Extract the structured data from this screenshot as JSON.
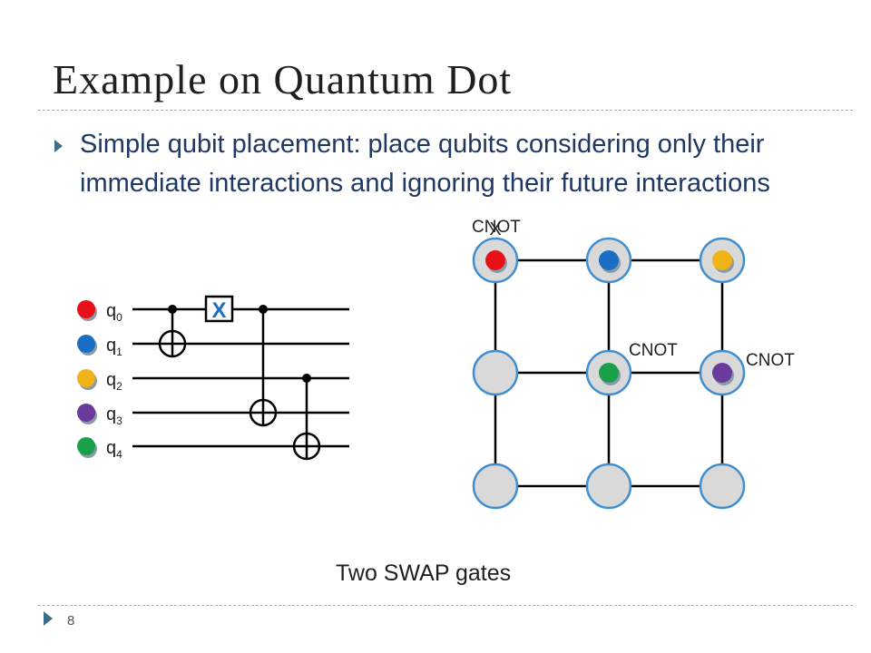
{
  "slide": {
    "title": "Example on Quantum Dot",
    "bullet": "Simple qubit placement: place qubits considering only their immediate interactions and ignoring their future interactions",
    "caption": "Two SWAP gates",
    "page_number": "8"
  },
  "circuit": {
    "qubits": [
      {
        "label": "q",
        "index": "0",
        "color": "#e8111a"
      },
      {
        "label": "q",
        "index": "1",
        "color": "#1a6fc4"
      },
      {
        "label": "q",
        "index": "2",
        "color": "#f0b418"
      },
      {
        "label": "q",
        "index": "3",
        "color": "#6a3a9c"
      },
      {
        "label": "q",
        "index": "4",
        "color": "#1aa04a"
      }
    ],
    "swap_mark": "X"
  },
  "grid": {
    "labels": {
      "top_left": "CNOT",
      "center": "CNOT",
      "right": "CNOT",
      "cross_mark": "X"
    },
    "node_colors": {
      "q0": "#e8111a",
      "q1": "#1a6fc4",
      "q2": "#f0b418",
      "q3": "#6a3a9c",
      "q4": "#1aa04a",
      "empty_fill": "#d9d9d9",
      "node_ring": "#3f8fd0"
    }
  }
}
